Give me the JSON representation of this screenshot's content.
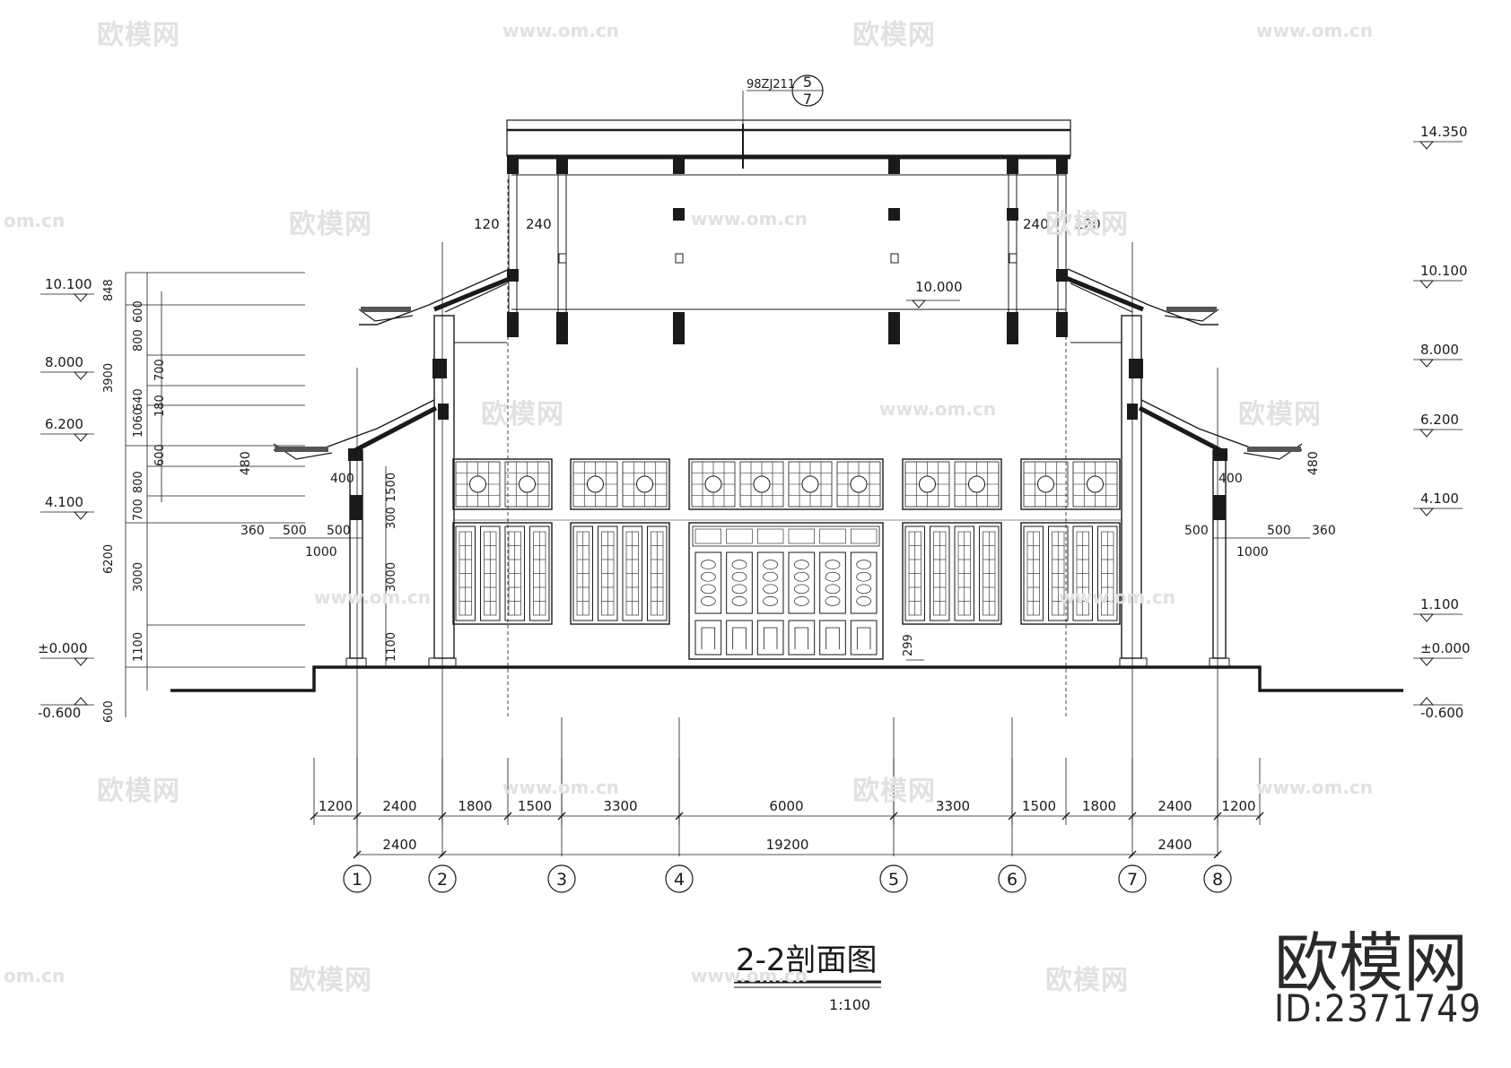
{
  "drawing": {
    "title": "2-2剖面图",
    "scale": "1:100",
    "detail_ref": {
      "code": "98ZJ211",
      "num": "5",
      "sheet": "7"
    }
  },
  "elevations_left": [
    "10.100",
    "8.000",
    "6.200",
    "4.100",
    "±0.000",
    "-0.600"
  ],
  "elevations_right": [
    "14.350",
    "10.100",
    "8.000",
    "6.200",
    "4.100",
    "1.100",
    "±0.000",
    "-0.600"
  ],
  "ridge_elev": "10.000",
  "left_dims": {
    "outer": [
      "848",
      "3900",
      "6200",
      "600"
    ],
    "mid": [
      "800",
      "600",
      "1060",
      "640",
      "700",
      "800",
      "3000",
      "1100"
    ],
    "inner": [
      "700",
      "180",
      "600"
    ],
    "inside": [
      "1500",
      "300",
      "3000",
      "1100"
    ]
  },
  "eave_dims": {
    "left": [
      "480",
      "400",
      "360",
      "500",
      "500",
      "1000"
    ],
    "right": [
      "480",
      "400",
      "500",
      "500",
      "360",
      "1000"
    ]
  },
  "wall_dims": {
    "left": [
      "120",
      "240"
    ],
    "right": [
      "240",
      "120"
    ]
  },
  "mid_dim": "299",
  "bottom_dims_row1": [
    "1200",
    "2400",
    "1800",
    "1500",
    "3300",
    "6000",
    "3300",
    "1500",
    "1800",
    "2400",
    "1200"
  ],
  "bottom_dims_row2": [
    "2400",
    "19200",
    "2400"
  ],
  "axes": [
    "1",
    "2",
    "3",
    "4",
    "5",
    "6",
    "7",
    "8"
  ],
  "watermark": {
    "brand": "欧模网",
    "url": "www.om.cn",
    "url_short": "om.cn"
  },
  "logo": {
    "text": "欧模网",
    "id": "ID:2371749"
  }
}
